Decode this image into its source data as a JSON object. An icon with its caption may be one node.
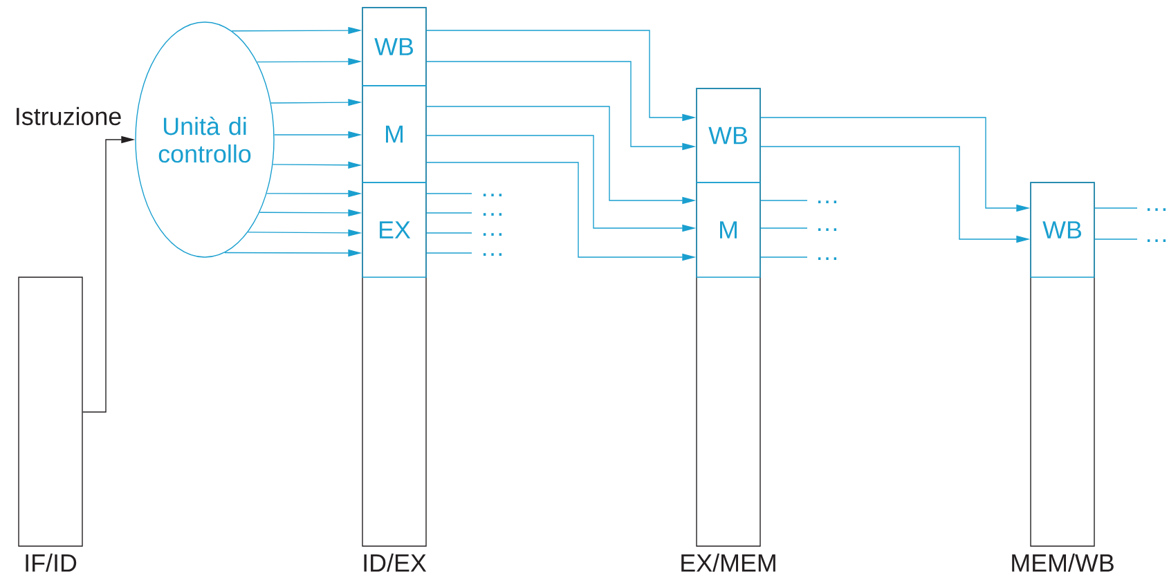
{
  "diagram": {
    "nodes": [
      {
        "text": [
          "IF/ID"
        ]
      },
      {
        "text": [
          "Unità di controllo"
        ]
      },
      {
        "text": [
          "ID/EX"
        ]
      },
      {
        "text": [
          "WB"
        ],
        "in": 2
      },
      {
        "text": [
          "M"
        ],
        "in": 2
      },
      {
        "text": [
          "EX"
        ],
        "in": 2
      },
      {
        "text": [
          "EX/MEM"
        ]
      },
      {
        "text": [
          "WB"
        ],
        "in": 6
      },
      {
        "text": [
          "M"
        ],
        "in": 6
      },
      {
        "text": [
          "MEM/WB"
        ]
      },
      {
        "text": [
          "WB"
        ],
        "in": 9
      }
    ],
    "edges": [
      {
        "from": 0,
        "to": 1,
        "arrow": "to",
        "label": "Istruzione",
        "color": "#231f20"
      },
      {
        "from": 1,
        "to": 3,
        "arrow": "to"
      },
      {
        "from": 1,
        "to": 3,
        "arrow": "to"
      },
      {
        "from": 1,
        "to": 4,
        "arrow": "to"
      },
      {
        "from": 1,
        "to": 4,
        "arrow": "to"
      },
      {
        "from": 1,
        "to": 4,
        "arrow": "to"
      },
      {
        "from": 1,
        "to": 5,
        "arrow": "to"
      },
      {
        "from": 1,
        "to": 5,
        "arrow": "to"
      },
      {
        "from": 1,
        "to": 5,
        "arrow": "to"
      },
      {
        "from": 1,
        "to": 5,
        "arrow": "to"
      },
      {
        "from": 3,
        "to": 7,
        "arrow": "to"
      },
      {
        "from": 3,
        "to": 7,
        "arrow": "to"
      },
      {
        "from": 4,
        "to": 8,
        "arrow": "to"
      },
      {
        "from": 4,
        "to": 8,
        "arrow": "to"
      },
      {
        "from": 4,
        "to": 8,
        "arrow": "to"
      },
      {
        "from": 5,
        "to": null,
        "arrow": "none"
      },
      {
        "from": 5,
        "to": null,
        "arrow": "none"
      },
      {
        "from": 5,
        "to": null,
        "arrow": "none"
      },
      {
        "from": 5,
        "to": null,
        "arrow": "none"
      },
      {
        "from": 7,
        "to": 10,
        "arrow": "to"
      },
      {
        "from": 7,
        "to": 10,
        "arrow": "to"
      },
      {
        "from": 8,
        "to": null,
        "arrow": "none"
      },
      {
        "from": 8,
        "to": null,
        "arrow": "none"
      },
      {
        "from": 8,
        "to": null,
        "arrow": "none"
      },
      {
        "from": 10,
        "to": null,
        "arrow": "none"
      },
      {
        "from": 10,
        "to": null,
        "arrow": "none"
      }
    ],
    "labels": [
      "…",
      "…",
      "…",
      "…",
      "…",
      "…",
      "…",
      "…",
      "…"
    ]
  }
}
